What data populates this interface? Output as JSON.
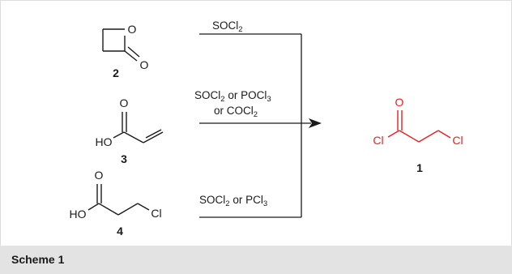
{
  "caption": "Scheme 1",
  "compounds": {
    "c2": {
      "number": "2",
      "atoms": {
        "o_ring": "O",
        "o_carbonyl": "O"
      }
    },
    "c3": {
      "number": "3",
      "atoms": {
        "o_carbonyl": "O",
        "ho": "HO"
      }
    },
    "c4": {
      "number": "4",
      "atoms": {
        "o_carbonyl": "O",
        "ho": "HO",
        "cl": "Cl"
      }
    },
    "c1": {
      "number": "1",
      "atoms": {
        "o_carbonyl": "O",
        "cl_acyl": "Cl",
        "cl_alkyl": "Cl"
      }
    }
  },
  "reagents": {
    "r1": {
      "a": "SOCl",
      "a_sub": "2"
    },
    "r2": {
      "a": "SOCl",
      "a_sub": "2",
      "b": " or POCl",
      "b_sub": "3",
      "c": "or COCl",
      "c_sub": "2"
    },
    "r3": {
      "a": "SOCl",
      "a_sub": "2",
      "b": " or PCl",
      "b_sub": "3"
    }
  },
  "colors": {
    "product": "#ee1c1c",
    "ink": "#1a1a1a",
    "caption_bg": "#e3e3e3",
    "frame": "#dddddd"
  }
}
